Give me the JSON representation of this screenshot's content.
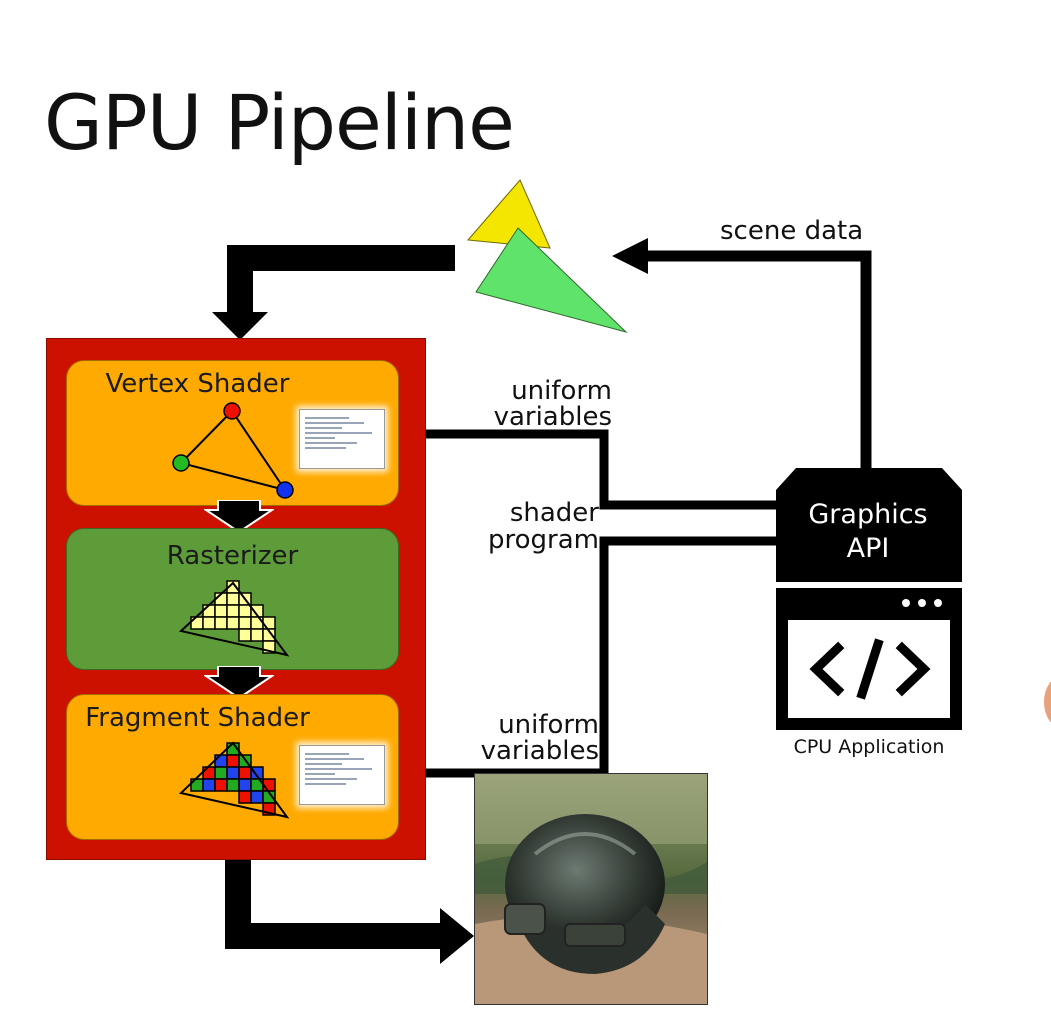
{
  "title": "GPU Pipeline",
  "pipeline": {
    "vertex_shader": "Vertex Shader",
    "rasterizer": "Rasterizer",
    "fragment_shader": "Fragment Shader"
  },
  "inputs": {
    "scene_data": "scene data",
    "uniform_top_line1": "uniform",
    "uniform_top_line2": "variables",
    "shader_line1": "shader",
    "shader_line2": "program",
    "uniform_bottom_line1": "uniform",
    "uniform_bottom_line2": "variables"
  },
  "api": {
    "line1": "Graphics",
    "line2": "API",
    "code_glyph": "</>",
    "cpu_label": "CPU Application"
  },
  "icons": [
    "code-icon",
    "ellipsis-icon",
    "triangle-mesh-icon",
    "raster-grid-icon",
    "fragment-grid-icon"
  ],
  "colors": {
    "gpu_frame": "#cc1100",
    "shader_stage": "#ffaa00",
    "rasterizer_stage": "#5e9c3a",
    "arrow": "#000000",
    "triangle_yellow": "#f5e600",
    "triangle_green": "#5fe36a"
  }
}
